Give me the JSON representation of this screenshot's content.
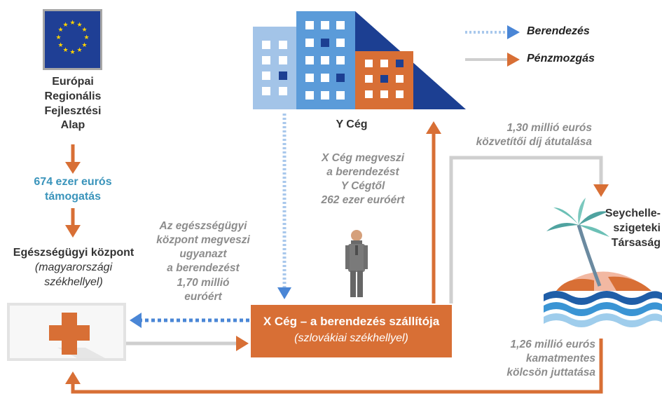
{
  "legend": {
    "equipment_label": "Berendezés",
    "money_label": "Pénzmozgás"
  },
  "fund": {
    "line1": "Európai",
    "line2": "Regionális",
    "line3": "Fejlesztési",
    "line4": "Alap",
    "icon": "eu-flag-icon"
  },
  "grant": {
    "line1": "674 ezer eurós",
    "line2": "támogatás"
  },
  "health_center": {
    "name": "Egészségügyi központ",
    "sub1": "(magyarországi",
    "sub2": "székhellyel)",
    "icon": "medical-cross-icon"
  },
  "health_purchase": {
    "line1": "Az egészségügyi",
    "line2": "központ megveszi",
    "line3": "ugyanazt",
    "line4": "a berendezést",
    "line5": "1,70 millió",
    "line6": "euróért"
  },
  "y_company": {
    "name": "Y Cég",
    "icon": "buildings-icon"
  },
  "x_purchase": {
    "line1": "X Cég megveszi",
    "line2": "a berendezést",
    "line3": "Y Cégtől",
    "line4": "262 ezer euróért"
  },
  "x_company": {
    "title": "X Cég – a berendezés szállítója",
    "sub": "(szlovákiai székhellyel)",
    "icon": "businessman-icon"
  },
  "fee": {
    "line1": "1,30 millió eurós",
    "line2": "közvetítői díj átutalása"
  },
  "seychelles": {
    "line1": "Seychelle-",
    "line2": "szigeteki",
    "line3": "Társaság",
    "icon": "island-icon"
  },
  "loan": {
    "line1": "1,26 millió eurós",
    "line2": "kamatmentes",
    "line3": "kölcsön juttatása"
  },
  "colors": {
    "blue": "#3a94bb",
    "orange": "#d86f35",
    "grey": "#bfbfbf",
    "equipment_arrow": "#4a86d6"
  }
}
